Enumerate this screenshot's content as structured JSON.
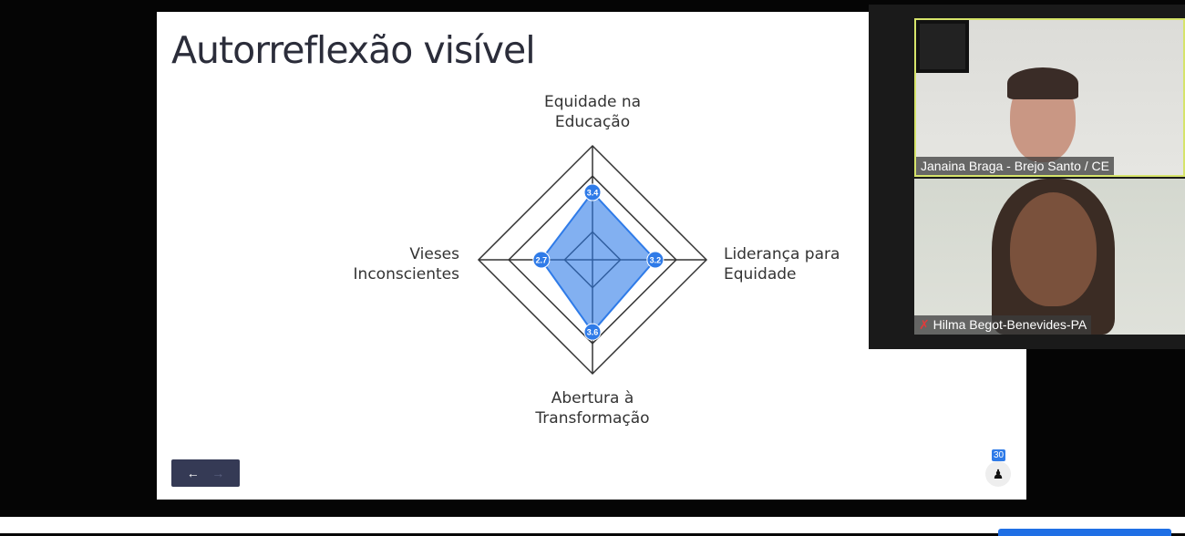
{
  "slide": {
    "title": "Autorreflexão visível",
    "nav": {
      "prev": "←",
      "next": "→"
    },
    "participants_count": "30",
    "person_icon": "person-icon"
  },
  "chart_data": {
    "type": "radar",
    "axes": [
      {
        "label_line1": "Equidade na",
        "label_line2": "Educação",
        "value": 3.4,
        "value_label": "3.4"
      },
      {
        "label_line1": "Liderança para",
        "label_line2": "Equidade",
        "value": 3.2,
        "value_label": "3.2"
      },
      {
        "label_line1": "Abertura à",
        "label_line2": "Transformação",
        "value": 3.6,
        "value_label": "3.6"
      },
      {
        "label_line1": "Vieses",
        "label_line2": "Inconscientes",
        "value": 2.7,
        "value_label": "2.7"
      }
    ],
    "range": [
      0.5,
      5.4
    ],
    "rings": [
      1.7,
      4.1,
      5.4
    ],
    "fill_color": "#2f7be8"
  },
  "video": {
    "participants": [
      {
        "name": "Janaina Braga - Brejo Santo / CE",
        "active": true
      },
      {
        "name": "Hilma Begot-Benevides-PA",
        "muted": true
      }
    ]
  }
}
